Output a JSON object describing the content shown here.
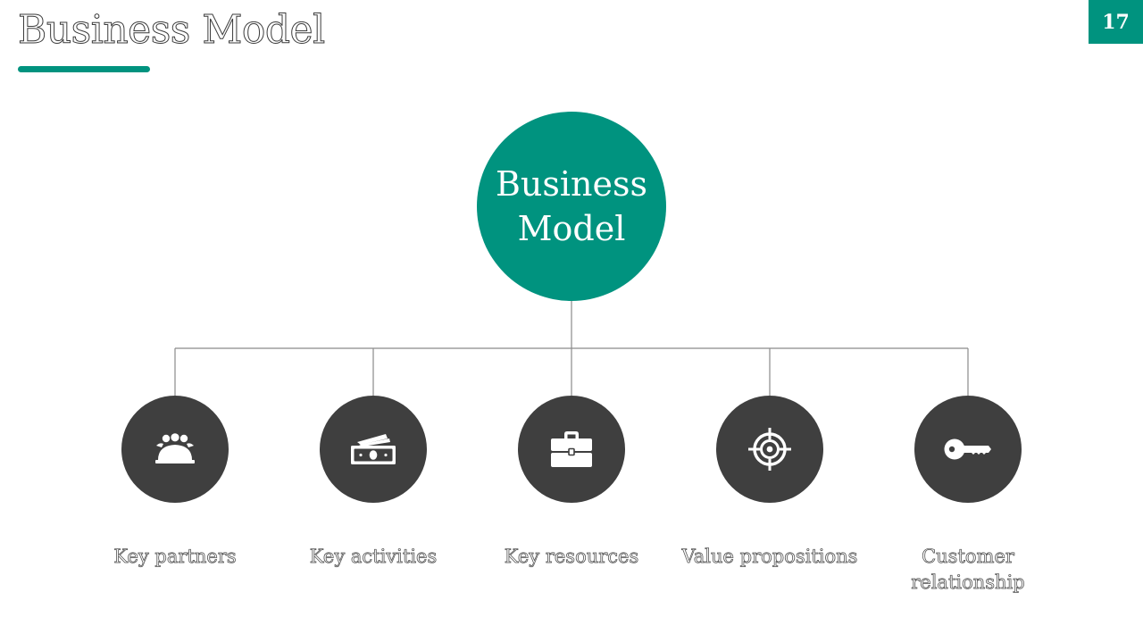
{
  "slide": {
    "title": "Business Model",
    "page_number": "17"
  },
  "colors": {
    "accent": "#00937f",
    "node": "#3f3f3f",
    "connector": "#8a8a8a",
    "title_outline": "#3b3b3b"
  },
  "diagram": {
    "center": {
      "label": "Business Model"
    },
    "nodes": [
      {
        "label": "Key partners",
        "icon": "people-group-icon"
      },
      {
        "label": "Key activities",
        "icon": "money-cash-icon"
      },
      {
        "label": "Key resources",
        "icon": "briefcase-icon"
      },
      {
        "label": "Value propositions",
        "icon": "target-crosshair-icon"
      },
      {
        "label": "Customer relationship",
        "icon": "key-icon"
      }
    ]
  }
}
